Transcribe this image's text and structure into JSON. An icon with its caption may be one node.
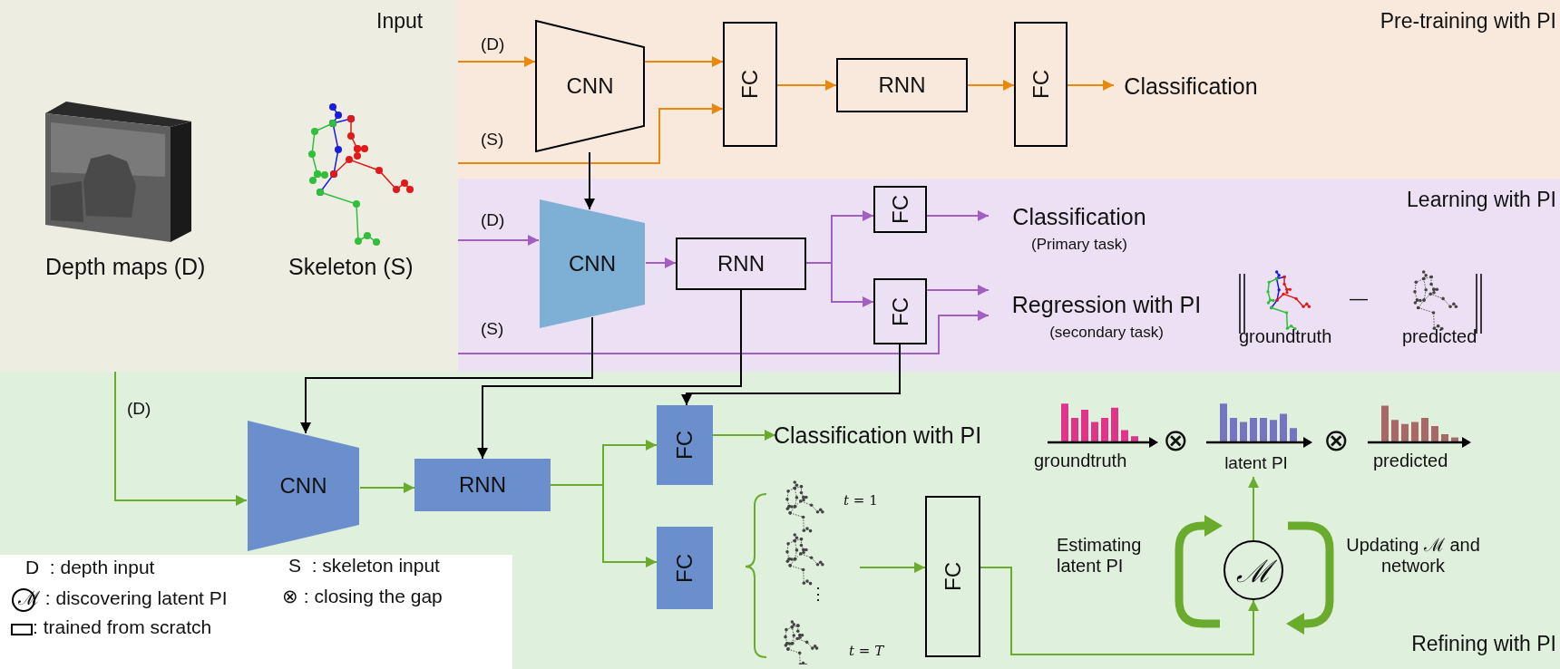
{
  "diagram": {
    "nodes": [
      {
        "text": [
          "Input"
        ]
      },
      {
        "text": [
          "Pre-training with PI"
        ]
      },
      {
        "text": [
          "CNN"
        ],
        "in": 1
      },
      {
        "text": [
          "FC"
        ],
        "in": 1
      },
      {
        "text": [
          "RNN"
        ],
        "in": 1
      },
      {
        "text": [
          "FC"
        ],
        "in": 1
      },
      {
        "text": [
          "Classification"
        ],
        "in": 1
      },
      {
        "text": [
          "Learning with PI"
        ]
      },
      {
        "text": [
          "CNN"
        ],
        "in": 7
      },
      {
        "text": [
          "RNN"
        ],
        "in": 7
      },
      {
        "text": [
          "FC"
        ],
        "in": 7
      },
      {
        "text": [
          "FC"
        ],
        "in": 7
      },
      {
        "text": [
          "Classification",
          "(Primary task)"
        ],
        "in": 7
      },
      {
        "text": [
          "Regression with PI",
          "(secondary task)"
        ],
        "in": 7
      },
      {
        "text": [
          "Refining with PI"
        ]
      },
      {
        "text": [
          "CNN"
        ],
        "in": 14
      },
      {
        "text": [
          "RNN"
        ],
        "in": 14
      },
      {
        "text": [
          "FC"
        ],
        "in": 14
      },
      {
        "text": [
          "FC"
        ],
        "in": 14
      },
      {
        "text": [
          "Classification with PI"
        ],
        "in": 14
      },
      {
        "text": [],
        "shape": "picture",
        "in": 14
      },
      {
        "text": [
          "FC"
        ],
        "in": 14
      },
      {
        "text": [
          "ℳ"
        ],
        "in": 14
      },
      {
        "text": [
          "latent PI"
        ],
        "in": 14
      }
    ],
    "edges": [
      {
        "from": 0,
        "to": 2,
        "arrow": "to",
        "label": "(D)",
        "color": "#e8890c"
      },
      {
        "from": 0,
        "to": 3,
        "arrow": "to",
        "label": "(S)",
        "color": "#e8890c"
      },
      {
        "from": 2,
        "to": 3,
        "arrow": "to",
        "color": "#e8890c"
      },
      {
        "from": 3,
        "to": 4,
        "arrow": "to",
        "color": "#e8890c"
      },
      {
        "from": 4,
        "to": 5,
        "arrow": "to",
        "color": "#e8890c"
      },
      {
        "from": 5,
        "to": 6,
        "arrow": "to",
        "color": "#e8890c"
      },
      {
        "from": 2,
        "to": 8,
        "arrow": "to",
        "color": "#000000"
      },
      {
        "from": 0,
        "to": 8,
        "arrow": "to",
        "label": "(D)",
        "color": "#a35fbf"
      },
      {
        "from": 8,
        "to": 9,
        "arrow": "to",
        "color": "#a35fbf"
      },
      {
        "from": 9,
        "to": 10,
        "arrow": "to",
        "color": "#a35fbf"
      },
      {
        "from": 9,
        "to": 11,
        "arrow": "to",
        "color": "#a35fbf"
      },
      {
        "from": 10,
        "to": 12,
        "arrow": "to",
        "color": "#a35fbf"
      },
      {
        "from": 11,
        "to": 13,
        "arrow": "to",
        "color": "#a35fbf"
      },
      {
        "from": 0,
        "to": 13,
        "arrow": "to",
        "label": "(S)",
        "color": "#a35fbf"
      },
      {
        "from": 8,
        "to": 15,
        "arrow": "to",
        "color": "#000000"
      },
      {
        "from": 9,
        "to": 16,
        "arrow": "to",
        "color": "#000000"
      },
      {
        "from": 11,
        "to": 17,
        "arrow": "to",
        "color": "#000000"
      },
      {
        "from": 0,
        "to": 15,
        "arrow": "to",
        "label": "(D)"
      },
      {
        "from": 15,
        "to": 16,
        "arrow": "to"
      },
      {
        "from": 16,
        "to": 17,
        "arrow": "to"
      },
      {
        "from": 16,
        "to": 18,
        "arrow": "to"
      },
      {
        "from": 17,
        "to": 19,
        "arrow": "to"
      },
      {
        "from": 20,
        "to": 21,
        "arrow": "to"
      },
      {
        "from": 21,
        "to": 22,
        "arrow": "to"
      },
      {
        "from": 22,
        "to": 23,
        "arrow": "to"
      }
    ],
    "labels": [
      "Depth maps (D)",
      "Skeleton (S)",
      "groundtruth",
      "—",
      "predicted",
      "groundtruth",
      "⊗",
      "⊗",
      "predicted",
      "*t* = 1",
      "Estimating latent PI",
      "Updating ℳ and network",
      "⋮",
      "*t* = *T*"
    ],
    "legend": [
      {
        "text": "D  : depth input"
      },
      {
        "text": "S  : skeleton input"
      },
      {
        "text": "ℳ : discovering latent PI"
      },
      {
        "text": "⊗ : closing the gap"
      },
      {
        "text": ": trained from scratch"
      }
    ]
  }
}
